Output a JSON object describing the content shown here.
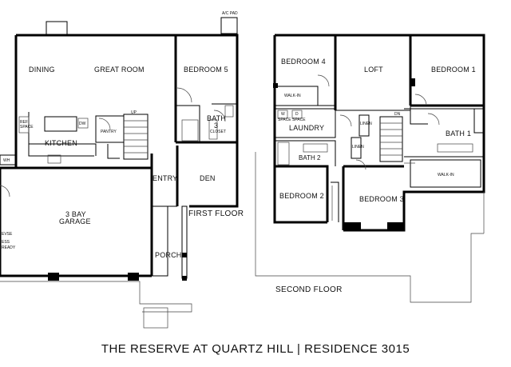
{
  "title": "THE RESERVE AT QUARTZ HILL | RESIDENCE 3015",
  "first_floor": {
    "floor_label": "FIRST FLOOR",
    "ac_pad": "A/C PAD",
    "rooms": {
      "dining": "DINING",
      "great_room": "GREAT ROOM",
      "bedroom5": "BEDROOM 5",
      "bath3_a": "BATH",
      "bath3_b": "3",
      "kitchen": "KITCHEN",
      "pantry": "PANTRY",
      "entry": "ENTRY",
      "den": "DEN",
      "garage_a": "3 BAY",
      "garage_b": "GARAGE",
      "porch": "PORCH"
    },
    "small": {
      "up": "UP",
      "dw": "DW",
      "ref_a": "REF",
      "ref_b": "SPACE",
      "wh": "WH",
      "evse": "EVSE",
      "ess_a": "ESS",
      "ess_b": "READY",
      "closet": "CLOSET"
    }
  },
  "second_floor": {
    "floor_label": "SECOND FLOOR",
    "rooms": {
      "bedroom4": "BEDROOM 4",
      "loft": "LOFT",
      "bedroom1": "BEDROOM 1",
      "walkin_small": "WALK-IN",
      "laundry": "LAUNDRY",
      "bath1": "BATH 1",
      "bath2": "BATH 2",
      "walkin_large": "WALK-IN",
      "bedroom2": "BEDROOM 2",
      "bedroom3": "BEDROOM 3"
    },
    "small": {
      "dn": "DN",
      "linen1": "LINEN",
      "linen2": "LINEN",
      "w_a": "W",
      "w_b": "SPACE",
      "d_a": "D",
      "d_b": "SPACE"
    }
  }
}
